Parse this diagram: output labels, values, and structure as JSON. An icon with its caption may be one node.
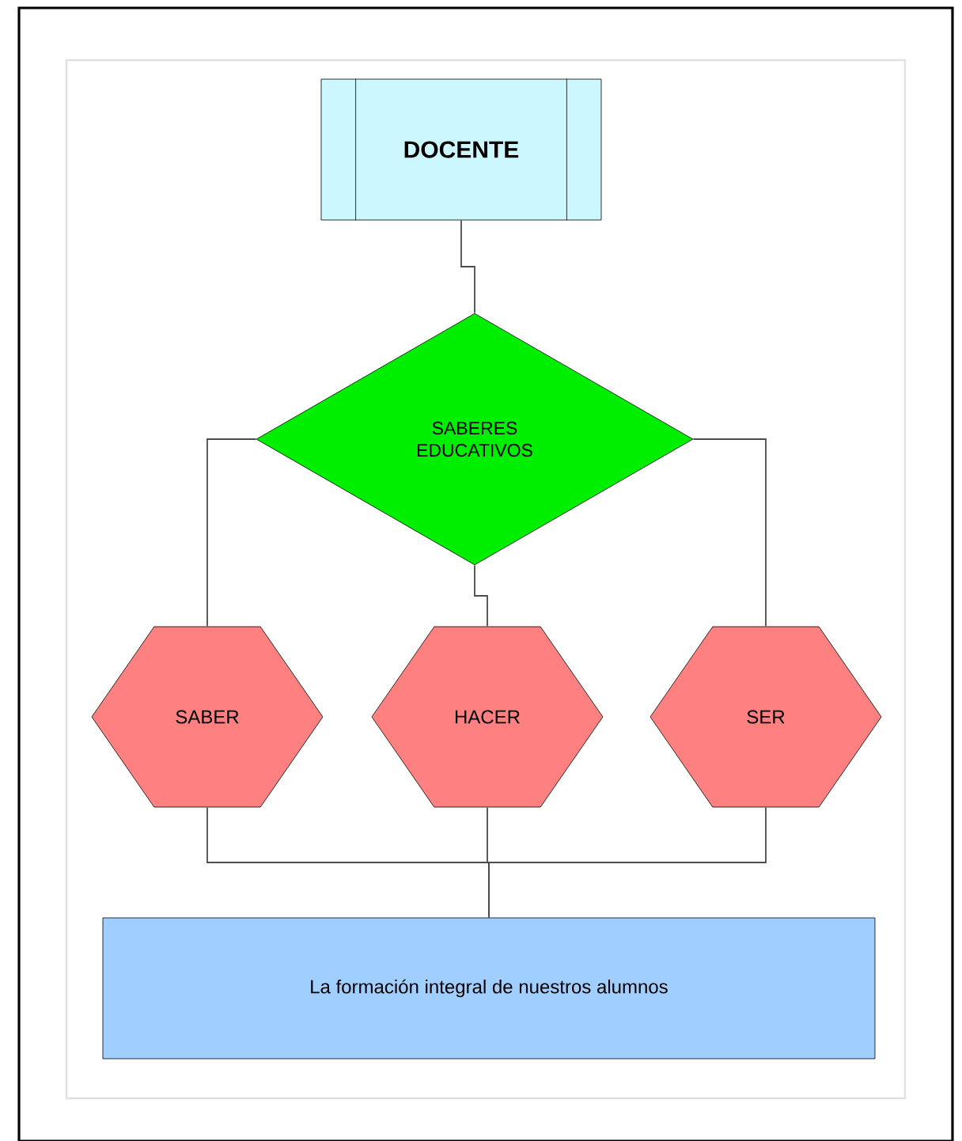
{
  "diagram": {
    "nodes": [
      {
        "text": [
          "DOCENTE"
        ]
      },
      {
        "text": [
          "SABERES EDUCATIVOS"
        ]
      },
      {
        "text": [
          "SABER"
        ]
      },
      {
        "text": [
          "HACER"
        ]
      },
      {
        "text": [
          "SER"
        ]
      },
      {
        "text": [
          "La formación integral de nuestros alumnos"
        ]
      }
    ],
    "edges": [
      {
        "from": 0,
        "to": 1,
        "arrow": "none"
      },
      {
        "from": 1,
        "to": 2,
        "arrow": "none"
      },
      {
        "from": 1,
        "to": 3,
        "arrow": "none"
      },
      {
        "from": 1,
        "to": 4,
        "arrow": "none"
      },
      {
        "from": 2,
        "to": 5,
        "arrow": "none"
      },
      {
        "from": 3,
        "to": 5,
        "arrow": "none"
      },
      {
        "from": 4,
        "to": 5,
        "arrow": "none"
      }
    ]
  }
}
